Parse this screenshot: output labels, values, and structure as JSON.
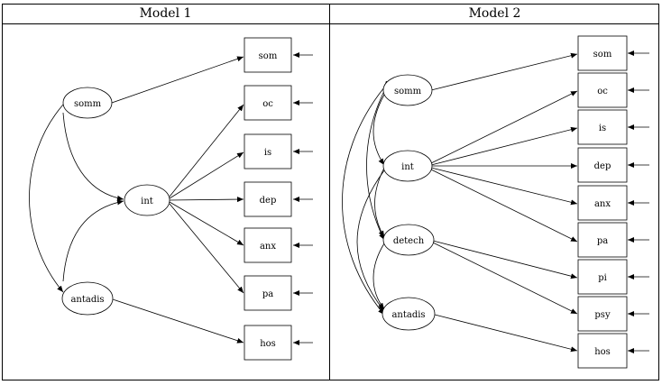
{
  "panels": [
    {
      "title": "Model 1",
      "latents": [
        "somm",
        "int",
        "antadis"
      ],
      "indicators": [
        "som",
        "oc",
        "is",
        "dep",
        "anx",
        "pa",
        "hos"
      ]
    },
    {
      "title": "Model 2",
      "latents": [
        "somm",
        "int",
        "detech",
        "antadis"
      ],
      "indicators": [
        "som",
        "oc",
        "is",
        "dep",
        "anx",
        "pa",
        "pi",
        "psy",
        "hos"
      ]
    }
  ]
}
